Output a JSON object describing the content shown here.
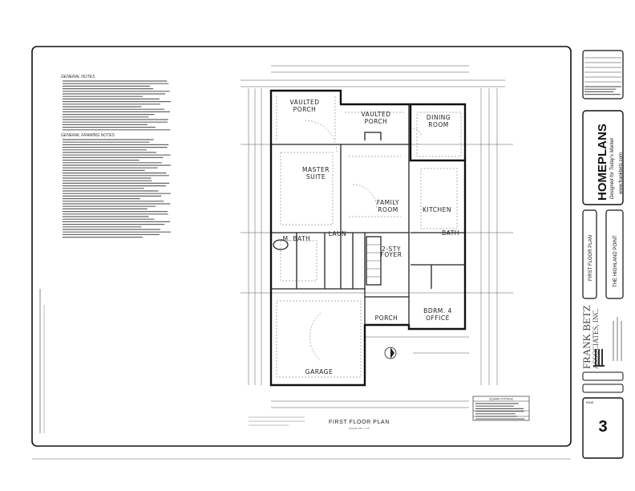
{
  "sheet": {
    "title": "FIRST FLOOR PLAN",
    "scale_note": "SCALE: 1/8\" = 1'-0\"",
    "notes": {
      "general_heading": "GENERAL NOTES",
      "framing_heading": "GENERAL FRAMING NOTES"
    },
    "rooms": {
      "vaulted_porch_left": [
        "VAULTED",
        "PORCH"
      ],
      "vaulted_porch_center": [
        "VAULTED",
        "PORCH"
      ],
      "dining_room": [
        "DINING",
        "ROOM"
      ],
      "master_suite": [
        "MASTER",
        "SUITE"
      ],
      "family_room": [
        "FAMILY",
        "ROOM"
      ],
      "kitchen": "KITCHEN",
      "m_bath": "M. BATH",
      "bath": "BATH",
      "foyer": [
        "2-STY",
        "FOYER"
      ],
      "porch": "PORCH",
      "bdrm4": [
        "BDRM. 4",
        "OFFICE"
      ],
      "garage": "GARAGE",
      "laundry": "LAUN"
    },
    "square_footage": {
      "heading": "SQUARE FOOTAGE"
    }
  },
  "title_block": {
    "brand": "HOMEPLANS",
    "tagline": "Designed for Today's Market",
    "website": "www.frankbetz.com",
    "drawing_title": "FIRST FLOOR PLAN",
    "project_name": "THE HIGHLAND POINT",
    "firm_name": "FRANK BETZ",
    "firm_sub": "ASSOCIATES, INC.",
    "page_label": "PAGE",
    "page_number": "3"
  }
}
